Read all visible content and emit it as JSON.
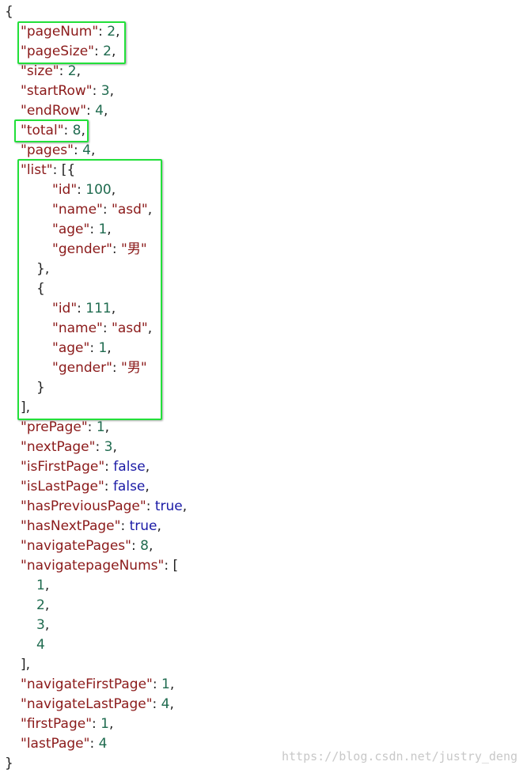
{
  "lines": [
    {
      "indent": 0,
      "tokens": [
        {
          "t": "punc",
          "v": "{"
        }
      ]
    },
    {
      "indent": 1,
      "tokens": [
        {
          "t": "key",
          "v": "\"pageNum\""
        },
        {
          "t": "punc",
          "v": ": "
        },
        {
          "t": "num",
          "v": "2"
        },
        {
          "t": "punc",
          "v": ","
        }
      ]
    },
    {
      "indent": 1,
      "tokens": [
        {
          "t": "key",
          "v": "\"pageSize\""
        },
        {
          "t": "punc",
          "v": ": "
        },
        {
          "t": "num",
          "v": "2"
        },
        {
          "t": "punc",
          "v": ","
        }
      ]
    },
    {
      "indent": 1,
      "tokens": [
        {
          "t": "key",
          "v": "\"size\""
        },
        {
          "t": "punc",
          "v": ": "
        },
        {
          "t": "num",
          "v": "2"
        },
        {
          "t": "punc",
          "v": ","
        }
      ]
    },
    {
      "indent": 1,
      "tokens": [
        {
          "t": "key",
          "v": "\"startRow\""
        },
        {
          "t": "punc",
          "v": ": "
        },
        {
          "t": "num",
          "v": "3"
        },
        {
          "t": "punc",
          "v": ","
        }
      ]
    },
    {
      "indent": 1,
      "tokens": [
        {
          "t": "key",
          "v": "\"endRow\""
        },
        {
          "t": "punc",
          "v": ": "
        },
        {
          "t": "num",
          "v": "4"
        },
        {
          "t": "punc",
          "v": ","
        }
      ]
    },
    {
      "indent": 1,
      "tokens": [
        {
          "t": "key",
          "v": "\"total\""
        },
        {
          "t": "punc",
          "v": ": "
        },
        {
          "t": "num",
          "v": "8"
        },
        {
          "t": "punc",
          "v": ","
        }
      ]
    },
    {
      "indent": 1,
      "tokens": [
        {
          "t": "key",
          "v": "\"pages\""
        },
        {
          "t": "punc",
          "v": ": "
        },
        {
          "t": "num",
          "v": "4"
        },
        {
          "t": "punc",
          "v": ","
        }
      ]
    },
    {
      "indent": 1,
      "tokens": [
        {
          "t": "key",
          "v": "\"list\""
        },
        {
          "t": "punc",
          "v": ": [{"
        }
      ]
    },
    {
      "indent": 3,
      "tokens": [
        {
          "t": "key",
          "v": "\"id\""
        },
        {
          "t": "punc",
          "v": ": "
        },
        {
          "t": "num",
          "v": "100"
        },
        {
          "t": "punc",
          "v": ","
        }
      ]
    },
    {
      "indent": 3,
      "tokens": [
        {
          "t": "key",
          "v": "\"name\""
        },
        {
          "t": "punc",
          "v": ": "
        },
        {
          "t": "str",
          "v": "\"asd\""
        },
        {
          "t": "punc",
          "v": ","
        }
      ]
    },
    {
      "indent": 3,
      "tokens": [
        {
          "t": "key",
          "v": "\"age\""
        },
        {
          "t": "punc",
          "v": ": "
        },
        {
          "t": "num",
          "v": "1"
        },
        {
          "t": "punc",
          "v": ","
        }
      ]
    },
    {
      "indent": 3,
      "tokens": [
        {
          "t": "key",
          "v": "\"gender\""
        },
        {
          "t": "punc",
          "v": ": "
        },
        {
          "t": "str",
          "v": "\"男\""
        }
      ]
    },
    {
      "indent": 2,
      "tokens": [
        {
          "t": "punc",
          "v": "},"
        }
      ]
    },
    {
      "indent": 2,
      "tokens": [
        {
          "t": "punc",
          "v": "{"
        }
      ]
    },
    {
      "indent": 3,
      "tokens": [
        {
          "t": "key",
          "v": "\"id\""
        },
        {
          "t": "punc",
          "v": ": "
        },
        {
          "t": "num",
          "v": "111"
        },
        {
          "t": "punc",
          "v": ","
        }
      ]
    },
    {
      "indent": 3,
      "tokens": [
        {
          "t": "key",
          "v": "\"name\""
        },
        {
          "t": "punc",
          "v": ": "
        },
        {
          "t": "str",
          "v": "\"asd\""
        },
        {
          "t": "punc",
          "v": ","
        }
      ]
    },
    {
      "indent": 3,
      "tokens": [
        {
          "t": "key",
          "v": "\"age\""
        },
        {
          "t": "punc",
          "v": ": "
        },
        {
          "t": "num",
          "v": "1"
        },
        {
          "t": "punc",
          "v": ","
        }
      ]
    },
    {
      "indent": 3,
      "tokens": [
        {
          "t": "key",
          "v": "\"gender\""
        },
        {
          "t": "punc",
          "v": ": "
        },
        {
          "t": "str",
          "v": "\"男\""
        }
      ]
    },
    {
      "indent": 2,
      "tokens": [
        {
          "t": "punc",
          "v": "}"
        }
      ]
    },
    {
      "indent": 1,
      "tokens": [
        {
          "t": "punc",
          "v": "],"
        }
      ]
    },
    {
      "indent": 1,
      "tokens": [
        {
          "t": "key",
          "v": "\"prePage\""
        },
        {
          "t": "punc",
          "v": ": "
        },
        {
          "t": "num",
          "v": "1"
        },
        {
          "t": "punc",
          "v": ","
        }
      ]
    },
    {
      "indent": 1,
      "tokens": [
        {
          "t": "key",
          "v": "\"nextPage\""
        },
        {
          "t": "punc",
          "v": ": "
        },
        {
          "t": "num",
          "v": "3"
        },
        {
          "t": "punc",
          "v": ","
        }
      ]
    },
    {
      "indent": 1,
      "tokens": [
        {
          "t": "key",
          "v": "\"isFirstPage\""
        },
        {
          "t": "punc",
          "v": ": "
        },
        {
          "t": "bool",
          "v": "false"
        },
        {
          "t": "punc",
          "v": ","
        }
      ]
    },
    {
      "indent": 1,
      "tokens": [
        {
          "t": "key",
          "v": "\"isLastPage\""
        },
        {
          "t": "punc",
          "v": ": "
        },
        {
          "t": "bool",
          "v": "false"
        },
        {
          "t": "punc",
          "v": ","
        }
      ]
    },
    {
      "indent": 1,
      "tokens": [
        {
          "t": "key",
          "v": "\"hasPreviousPage\""
        },
        {
          "t": "punc",
          "v": ": "
        },
        {
          "t": "bool",
          "v": "true"
        },
        {
          "t": "punc",
          "v": ","
        }
      ]
    },
    {
      "indent": 1,
      "tokens": [
        {
          "t": "key",
          "v": "\"hasNextPage\""
        },
        {
          "t": "punc",
          "v": ": "
        },
        {
          "t": "bool",
          "v": "true"
        },
        {
          "t": "punc",
          "v": ","
        }
      ]
    },
    {
      "indent": 1,
      "tokens": [
        {
          "t": "key",
          "v": "\"navigatePages\""
        },
        {
          "t": "punc",
          "v": ": "
        },
        {
          "t": "num",
          "v": "8"
        },
        {
          "t": "punc",
          "v": ","
        }
      ]
    },
    {
      "indent": 1,
      "tokens": [
        {
          "t": "key",
          "v": "\"navigatepageNums\""
        },
        {
          "t": "punc",
          "v": ": ["
        }
      ]
    },
    {
      "indent": 2,
      "tokens": [
        {
          "t": "num",
          "v": "1"
        },
        {
          "t": "punc",
          "v": ","
        }
      ]
    },
    {
      "indent": 2,
      "tokens": [
        {
          "t": "num",
          "v": "2"
        },
        {
          "t": "punc",
          "v": ","
        }
      ]
    },
    {
      "indent": 2,
      "tokens": [
        {
          "t": "num",
          "v": "3"
        },
        {
          "t": "punc",
          "v": ","
        }
      ]
    },
    {
      "indent": 2,
      "tokens": [
        {
          "t": "num",
          "v": "4"
        }
      ]
    },
    {
      "indent": 1,
      "tokens": [
        {
          "t": "punc",
          "v": "],"
        }
      ]
    },
    {
      "indent": 1,
      "tokens": [
        {
          "t": "key",
          "v": "\"navigateFirstPage\""
        },
        {
          "t": "punc",
          "v": ": "
        },
        {
          "t": "num",
          "v": "1"
        },
        {
          "t": "punc",
          "v": ","
        }
      ]
    },
    {
      "indent": 1,
      "tokens": [
        {
          "t": "key",
          "v": "\"navigateLastPage\""
        },
        {
          "t": "punc",
          "v": ": "
        },
        {
          "t": "num",
          "v": "4"
        },
        {
          "t": "punc",
          "v": ","
        }
      ]
    },
    {
      "indent": 1,
      "tokens": [
        {
          "t": "key",
          "v": "\"firstPage\""
        },
        {
          "t": "punc",
          "v": ": "
        },
        {
          "t": "num",
          "v": "1"
        },
        {
          "t": "punc",
          "v": ","
        }
      ]
    },
    {
      "indent": 1,
      "tokens": [
        {
          "t": "key",
          "v": "\"lastPage\""
        },
        {
          "t": "punc",
          "v": ": "
        },
        {
          "t": "num",
          "v": "4"
        }
      ]
    },
    {
      "indent": 0,
      "tokens": [
        {
          "t": "punc",
          "v": "}"
        }
      ]
    }
  ],
  "highlight_color": "#22e03a",
  "watermark": "https://blog.csdn.net/justry_deng"
}
